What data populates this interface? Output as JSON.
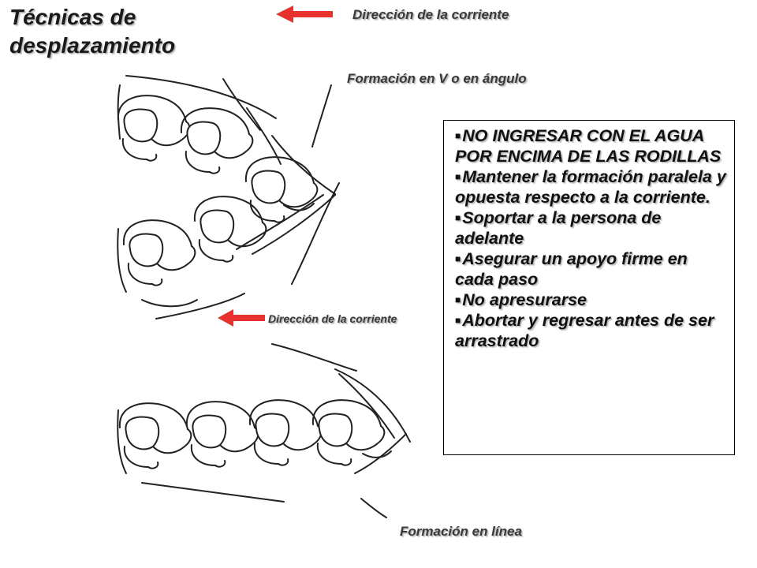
{
  "title": "Técnicas de desplazamiento",
  "labels": {
    "current_top": "Dirección de la corriente",
    "v_formation": "Formación en V o en ángulo",
    "current_mid": "Dirección de la corriente",
    "line_formation": "Formación en línea"
  },
  "safety_rules": [
    "NO INGRESAR CON EL AGUA POR ENCIMA DE LAS RODILLAS",
    "Mantener la formación paralela y opuesta respecto a la corriente.",
    "Soportar a la persona de adelante",
    "Asegurar un apoyo firme en cada paso",
    "No apresurarse",
    "Abortar y regresar antes de ser arrastrado"
  ],
  "colors": {
    "arrow": "#e8322d",
    "text": "#1a1a1a",
    "line": "#222222"
  },
  "icons": {
    "arrow": "left-arrow-icon",
    "bullet": "square-bullet-icon"
  }
}
